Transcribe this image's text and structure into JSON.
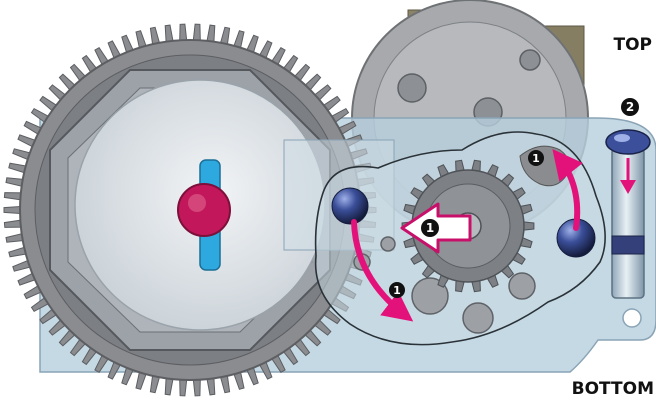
{
  "labels": {
    "top": "TOP",
    "bottom": "BOTTOM"
  },
  "callouts": [
    {
      "id": "center-arrow",
      "number": "1"
    },
    {
      "id": "upper-right",
      "number": "1"
    },
    {
      "id": "lower-left",
      "number": "1"
    },
    {
      "id": "pin",
      "number": "2"
    }
  ],
  "colors": {
    "arrow": "#e3127a",
    "gear": "#8a8c90",
    "plate": "#b7cfdd",
    "hub": "#c2185b",
    "slot": "#2ea9e0",
    "ball": "#34407a",
    "badge": "#111111"
  }
}
